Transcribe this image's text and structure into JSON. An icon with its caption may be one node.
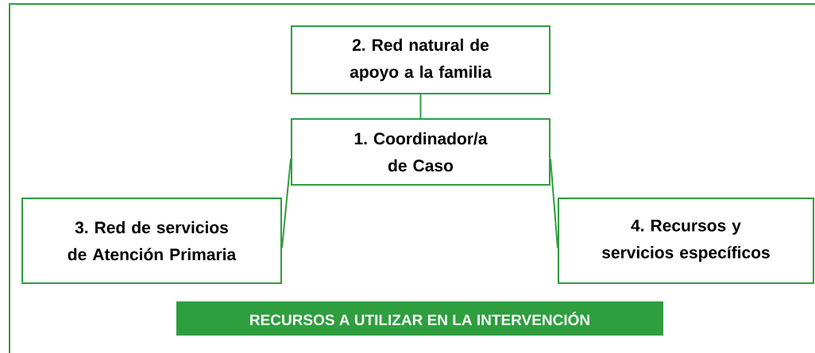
{
  "diagram": {
    "nodes": [
      {
        "text": [
          "2. Red natural de apoyo a la familia"
        ]
      },
      {
        "text": [
          "1. Coordinador/a de Caso"
        ]
      },
      {
        "text": [
          "3. Red de servicios de Atención Primaria"
        ]
      },
      {
        "text": [
          "4. Recursos y servicios específicos"
        ]
      }
    ],
    "edges": [
      {
        "from": 0,
        "to": 1,
        "arrow": "none"
      },
      {
        "from": 1,
        "to": 2,
        "arrow": "none"
      },
      {
        "from": 1,
        "to": 3,
        "arrow": "none"
      }
    ],
    "labels": [
      "RECURSOS A UTILIZAR EN LA INTERVENCIÓN"
    ]
  }
}
